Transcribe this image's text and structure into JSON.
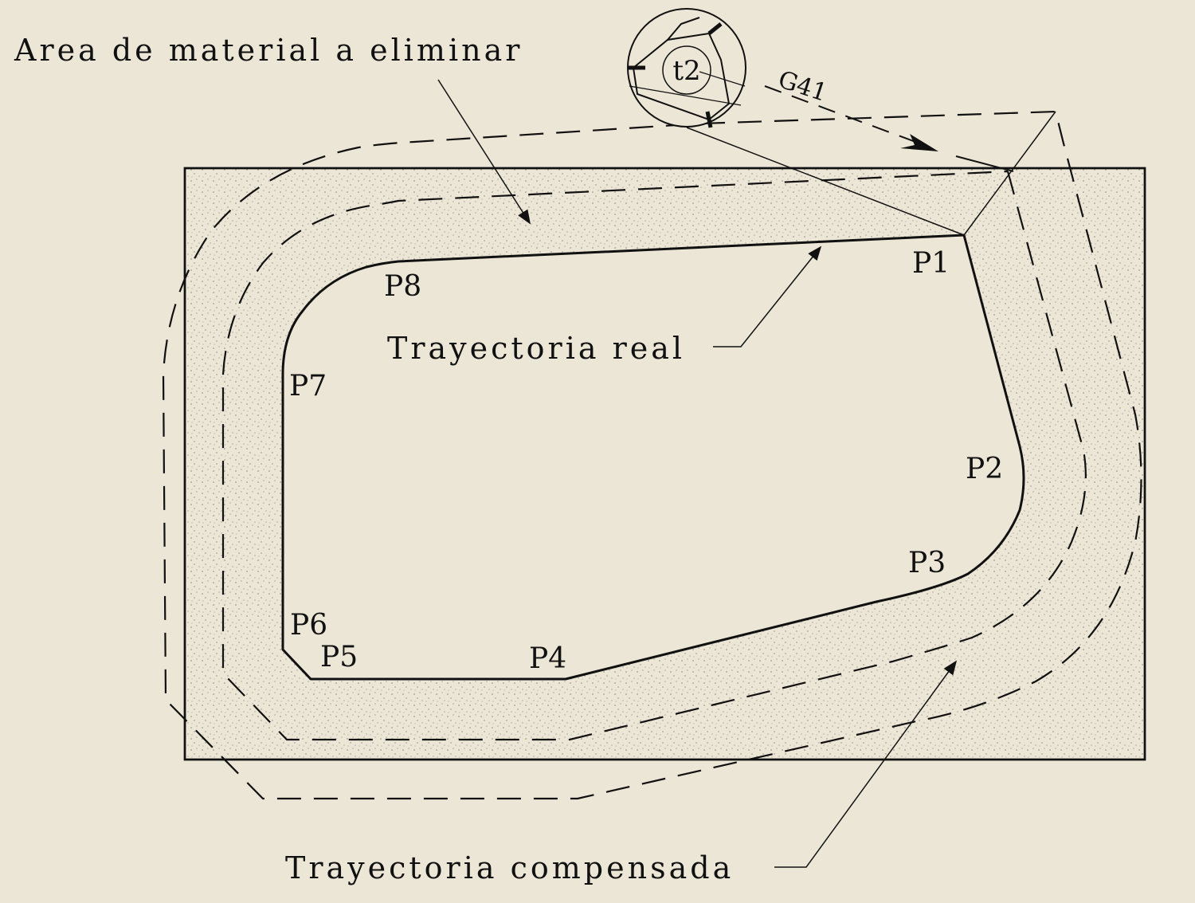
{
  "labels": {
    "area": "Area de material a eliminar",
    "real": "Trayectoria real",
    "compensada": "Trayectoria compensada",
    "g41": "G41",
    "tool": "t2"
  },
  "points": [
    "P1",
    "P2",
    "P3",
    "P4",
    "P5",
    "P6",
    "P7",
    "P8"
  ],
  "colors": {
    "background": "#ebe6d6",
    "line": "#111111",
    "speckle": "#8a8577"
  }
}
